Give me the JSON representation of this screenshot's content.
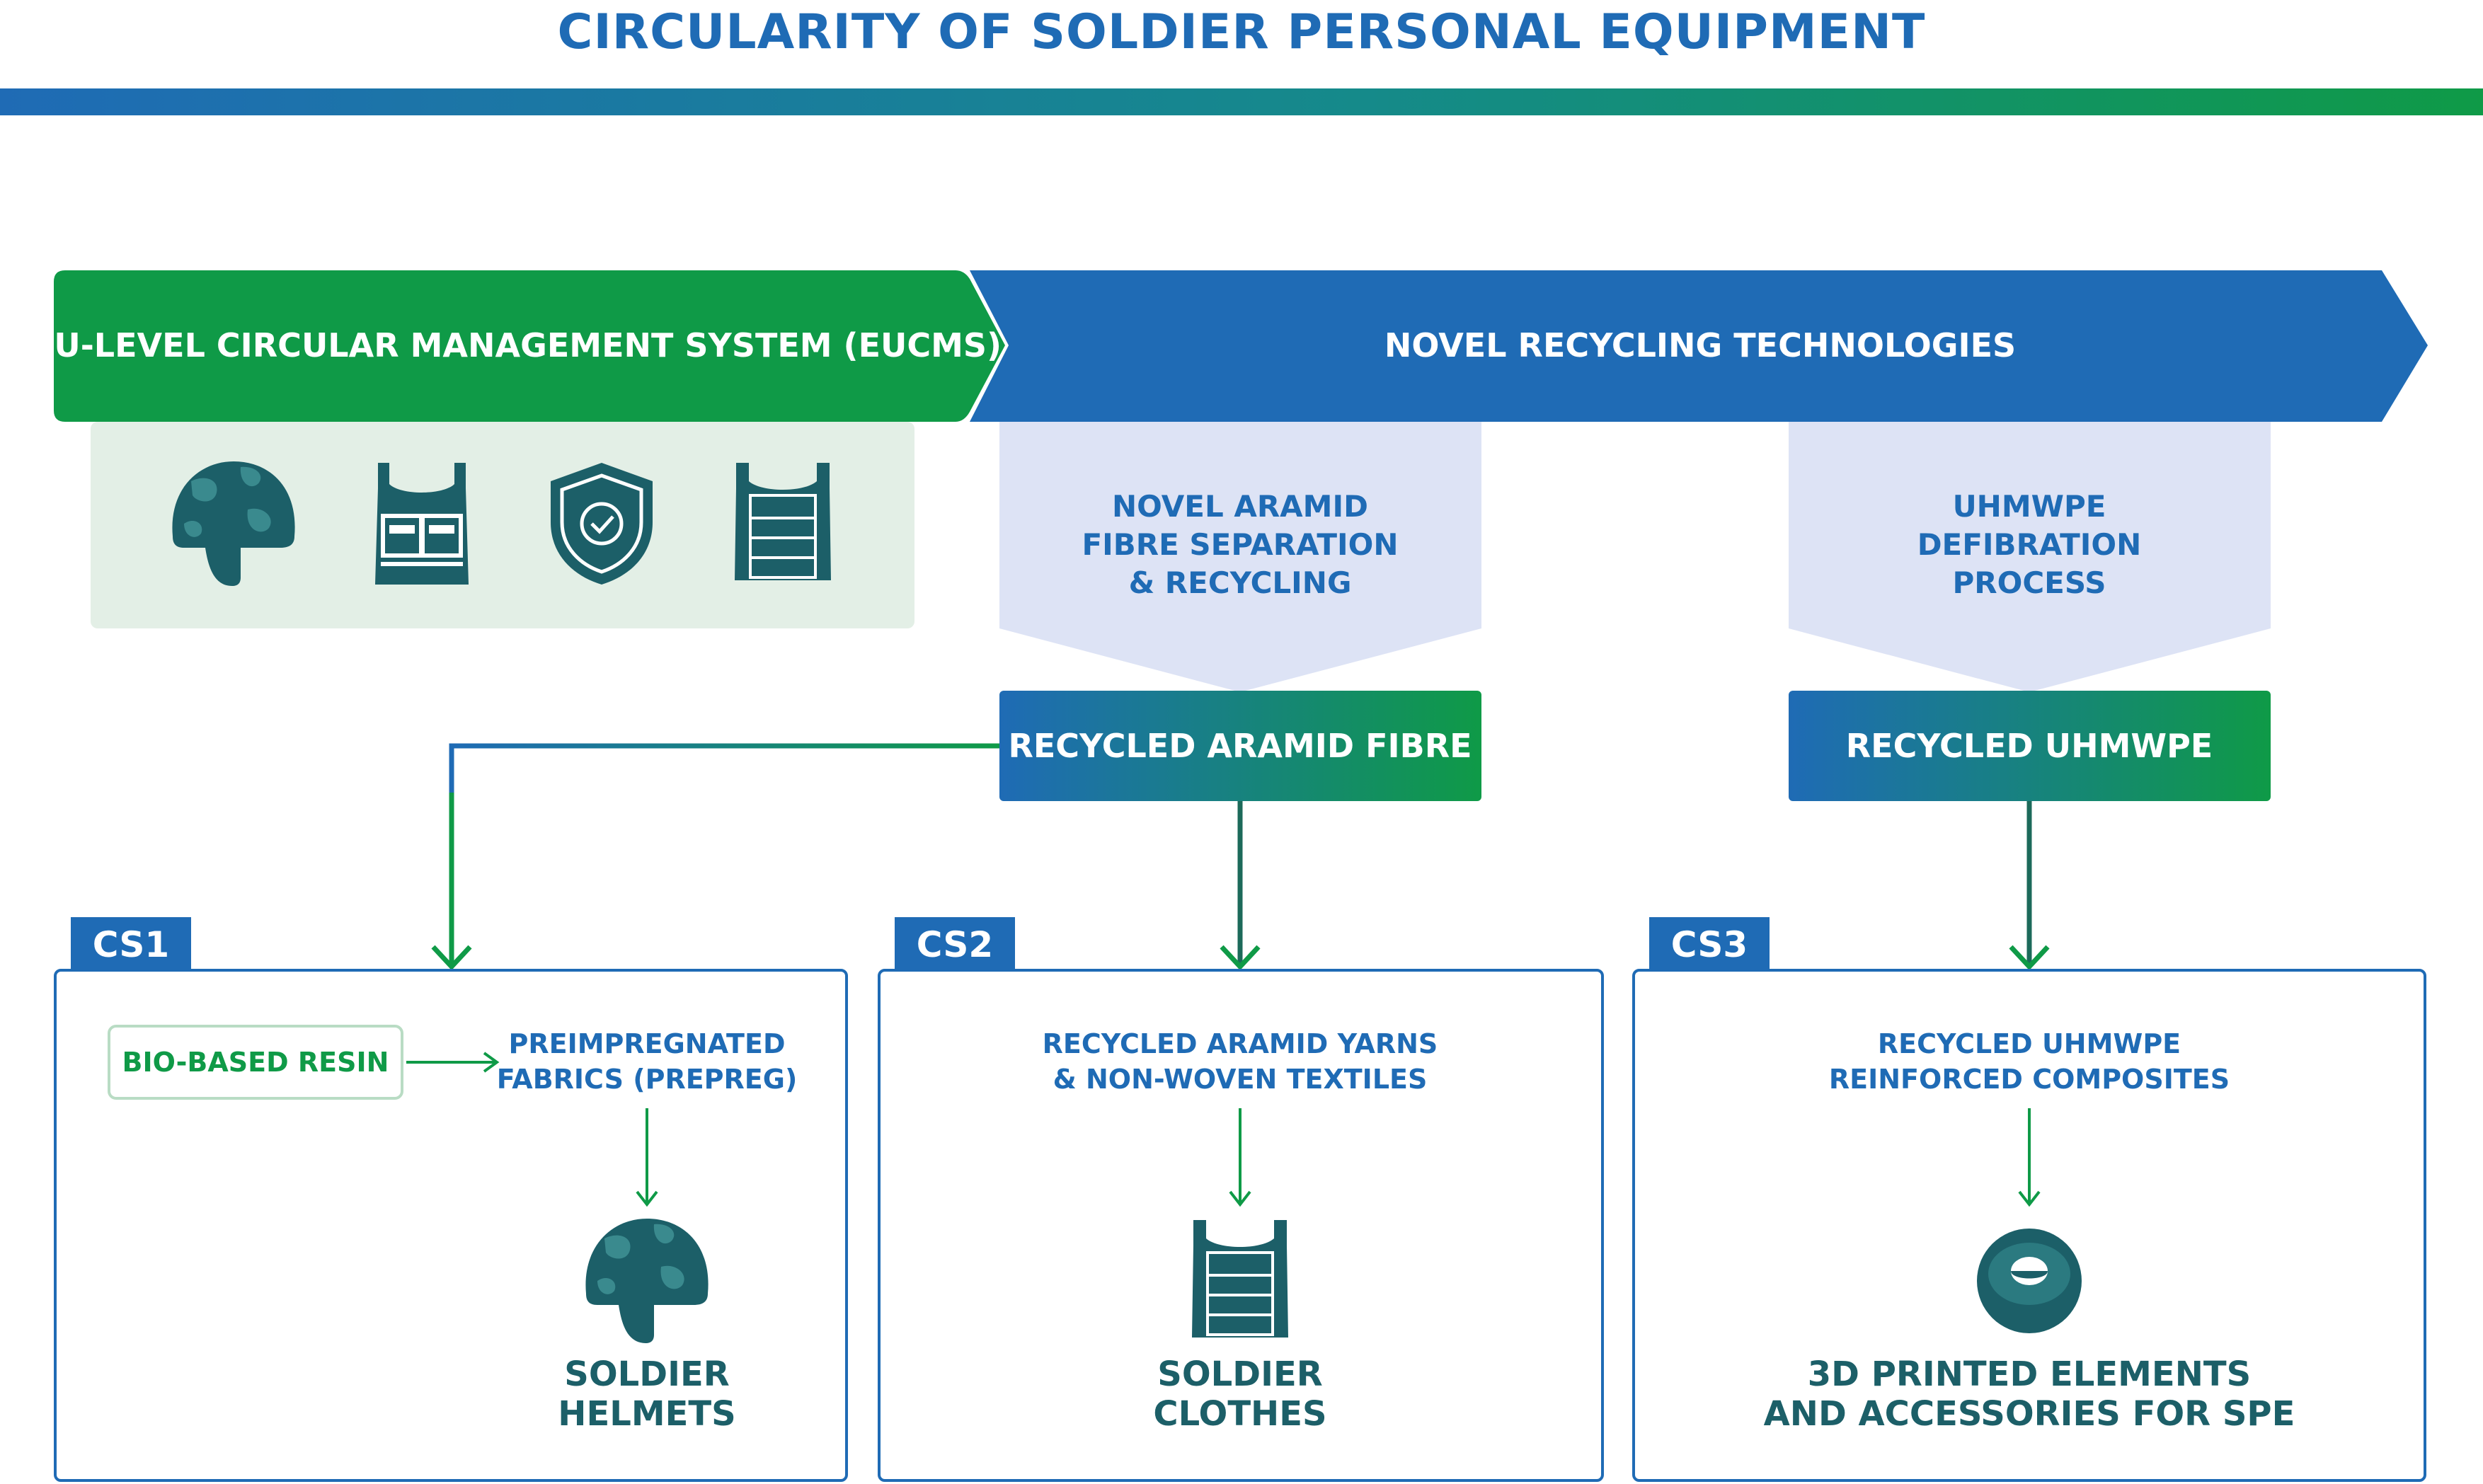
{
  "title": "CIRCULARITY OF SOLDIER PERSONAL EQUIPMENT",
  "banner": {
    "eucms": "EU-LEVEL CIRCULAR MANAGEMENT SYSTEM (EUCMS)",
    "novel": "NOVEL RECYCLING TECHNOLOGIES"
  },
  "process_aramid": [
    "NOVEL ARAMID",
    "FIBRE SEPARATION",
    "& RECYCLING"
  ],
  "process_uhmwpe": [
    "UHMWPE",
    "DEFIBRATION",
    "PROCESS"
  ],
  "output_aramid": "RECYCLED ARAMID FIBRE",
  "output_uhmwpe": "RECYCLED UHMWPE",
  "cs1": {
    "tag": "CS1",
    "resin": "BIO-BASED RESIN",
    "prepreg": [
      "PREIMPREGNATED",
      "FABRICS (PREPREG)"
    ],
    "product": [
      "SOLDIER",
      "HELMETS"
    ]
  },
  "cs2": {
    "tag": "CS2",
    "material": [
      "RECYCLED ARAMID YARNS",
      "& NON-WOVEN TEXTILES"
    ],
    "product": [
      "SOLDIER",
      "CLOTHES"
    ]
  },
  "cs3": {
    "tag": "CS3",
    "material": [
      "RECYCLED UHMWPE",
      "REINFORCED COMPOSITES"
    ],
    "product": [
      "3D PRINTED ELEMENTS",
      "AND ACCESSORIES FOR SPE"
    ]
  },
  "icons": [
    "helmet-icon",
    "vest-icon",
    "shield-check-icon",
    "armor-vest-icon"
  ],
  "colors": {
    "blue": "#1f6bb5",
    "green": "#0f9a47",
    "teal": "#1c5f68",
    "light_green_bg": "#e3efe6",
    "light_blue_bg": "#dde3f5"
  }
}
